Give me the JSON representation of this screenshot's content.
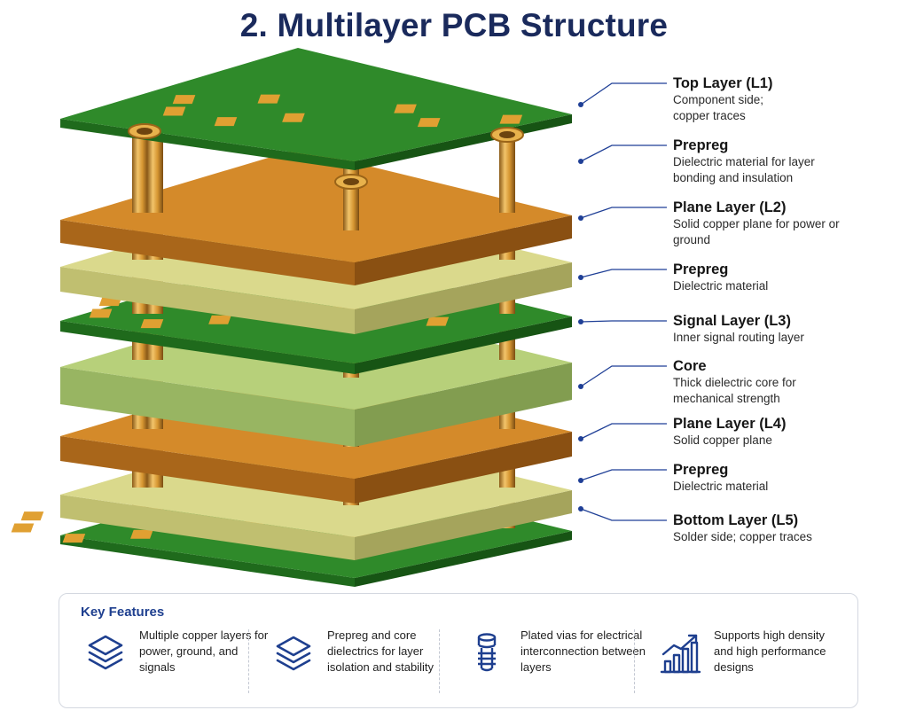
{
  "title": "2. Multilayer PCB Structure",
  "layers": [
    {
      "name": "Top Layer (L1)",
      "description": "Component side; copper traces",
      "material": "signal"
    },
    {
      "name": "Prepreg",
      "description": "Dielectric material for layer bonding and insulation",
      "material": "prepreg"
    },
    {
      "name": "Plane Layer (L2)",
      "description": "Solid copper plane for power or ground",
      "material": "copper"
    },
    {
      "name": "Prepreg",
      "description": "Dielectric material",
      "material": "prepreg"
    },
    {
      "name": "Signal Layer (L3)",
      "description": "Inner signal routing layer",
      "material": "signal"
    },
    {
      "name": "Core",
      "description": "Thick dielectric core for mechanical strength",
      "material": "core"
    },
    {
      "name": "Plane Layer (L4)",
      "description": "Solid copper plane",
      "material": "copper"
    },
    {
      "name": "Prepreg",
      "description": "Dielectric material",
      "material": "prepreg"
    },
    {
      "name": "Bottom Layer (L5)",
      "description": "Solder side; copper traces",
      "material": "signal"
    }
  ],
  "features": {
    "title": "Key Features",
    "items": [
      {
        "icon": "stacked-layers-icon",
        "text": "Multiple copper layers for power, ground, and signals"
      },
      {
        "icon": "layers-icon",
        "text": "Prepreg and core dielectrics for layer isolation and stability"
      },
      {
        "icon": "plated-via-icon",
        "text": "Plated vias for electrical interconnection between layers"
      },
      {
        "icon": "growth-chart-icon",
        "text": "Supports high density and high performance designs"
      }
    ]
  },
  "colors": {
    "title": "#1a2a5c",
    "accent": "#1e3f8f",
    "leader_line": "#1f3f96",
    "signal_green": "#2f8a2a",
    "copper": "#d48a2a",
    "prepreg": "#dad98c",
    "core": "#b7d07a",
    "via_gold": "#d39a3a"
  }
}
